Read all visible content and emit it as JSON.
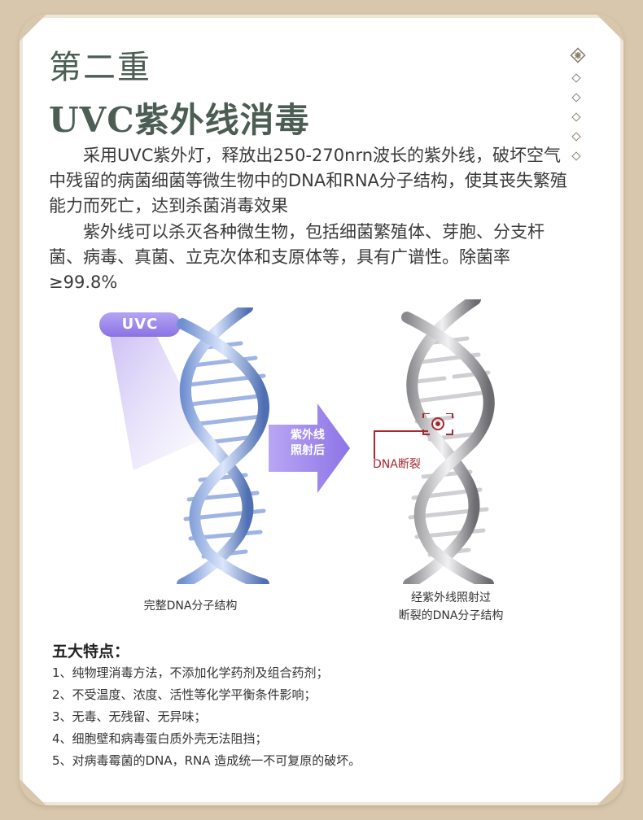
{
  "title_line1": "第二重",
  "title_line2": "UVC紫外线消毒",
  "paragraph1": "采用UVC紫外灯，释放出250-270nrn波长的紫外线，破坏空气中残留的病菌细菌等微生物中的DNA和RNA分子结构，使其丧失繁殖能力而死亡，达到杀菌消毒效果",
  "paragraph2": "紫外线可以杀灭各种微生物，包括细菌繁殖体、芽胞、分支杆菌、病毒、真菌、立克次体和支原体等，具有广谱性。除菌率≥99.8%",
  "uvc_badge": "UVC",
  "arrow_label_line1": "紫外线",
  "arrow_label_line2": "照射后",
  "dna_break_label": "DNA断裂",
  "caption_left": "完整DNA分子结构",
  "caption_right_line1": "经紫外线照射过",
  "caption_right_line2": "断裂的DNA分子结构",
  "features_title": "五大特点：",
  "features": [
    "1、纯物理消毒方法，不添加化学药剂及组合药剂；",
    "2、不受温度、浓度、活性等化学平衡条件影响；",
    "3、无毒、无残留、无异味；",
    "4、细胞壁和病毒蛋白质外壳无法阻挡；",
    "5、对病毒霉菌的DNA，RNA 造成统一不可复原的破坏。"
  ],
  "icons": [
    "endless-knot-icon",
    "diamond-dot-icon"
  ],
  "colors": {
    "title": "#4c5e54",
    "accent": "#8a72e4",
    "background": "#d8c7ad",
    "dna_break": "#a7282e"
  }
}
